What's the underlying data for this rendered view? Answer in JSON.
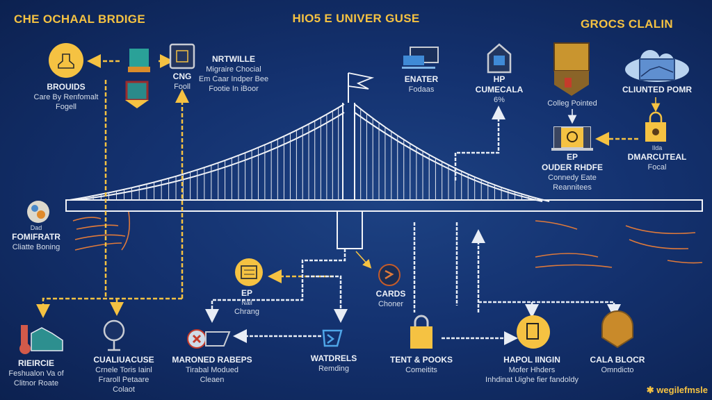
{
  "titles": {
    "left": "CHE OCHAAL BRDIGE",
    "center": "HIO5 E UNIVER GUSE",
    "right": "GROCS CLALIN"
  },
  "colors": {
    "accent": "#f5c242",
    "background": "#143270",
    "line": "#ffffff",
    "cable": "#e07a3a"
  },
  "nodes": {
    "brouids": {
      "label": "BROUIDS",
      "desc": [
        "Care By Renfomalt",
        "Fogell"
      ]
    },
    "cng": {
      "label": "CNG",
      "desc": [
        "Fooll"
      ]
    },
    "nrtwille": {
      "label": "NRTWILLE",
      "desc": [
        "Migraire Chocial",
        "Em Caar Indper Bee",
        "Footie In iBoor"
      ]
    },
    "enater": {
      "label": "ENATER",
      "desc": [
        "Fodaas"
      ]
    },
    "hp": {
      "label": "HP",
      "label2": "CUMECALA",
      "desc": [
        "6%"
      ]
    },
    "colleg": {
      "desc": [
        "Colleg Pointed"
      ]
    },
    "cliunted": {
      "label": "CLIUNTED POMR"
    },
    "dmarcuteal": {
      "small": "Ilda",
      "label": "DMARCUTEAL",
      "desc": [
        "Focal"
      ]
    },
    "ouder": {
      "label": "EP",
      "label2": "OUDER RHDFE",
      "desc": [
        "Connedy Eate",
        "Reannitees"
      ]
    },
    "fomifratr": {
      "small": "Dad",
      "label": "FOMIFRATR",
      "desc": [
        "Cliatte Boning"
      ]
    },
    "ep": {
      "label": "EP",
      "small": "Nail",
      "desc": [
        "Chrang"
      ]
    },
    "cards": {
      "label": "CARDS",
      "desc": [
        "Choner"
      ]
    },
    "rieircie": {
      "label": "RIEIRCIE",
      "desc": [
        "Feshualon Va of",
        "Clitnor Roate"
      ]
    },
    "cualiuacuse": {
      "label": "CUALIUACUSE",
      "desc": [
        "Crnele Toris Iainl",
        "Fraroll Petaare",
        "Colaot"
      ]
    },
    "maroned": {
      "label": "MARONED RABEPS",
      "desc": [
        "Tirabal Modued",
        "Cleaen"
      ]
    },
    "watdrels": {
      "label": "WATDRELS",
      "desc": [
        "Remding"
      ]
    },
    "tent": {
      "label": "TENT & POOKS",
      "desc": [
        "Comeitits"
      ]
    },
    "hapol": {
      "label": "HAPOL IINGIN",
      "desc": [
        "Mofer Hhders",
        "Inhdinat Uighe fier fandoldy"
      ]
    },
    "cala": {
      "label": "CALA BLOCR",
      "desc": [
        "Omndicto"
      ]
    }
  },
  "watermark": "wegilefmsle"
}
